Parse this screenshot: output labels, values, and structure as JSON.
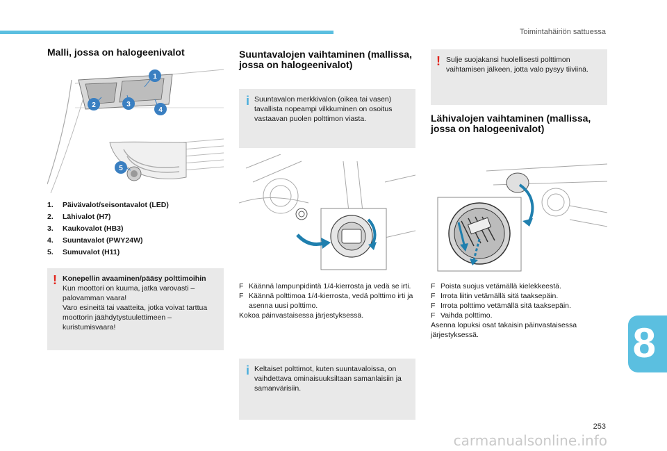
{
  "header": {
    "section_title": "Toimintahäiriön sattuessa"
  },
  "left": {
    "title": "Malli, jossa on halogeenivalot",
    "badges": [
      "1",
      "2",
      "3",
      "4",
      "5"
    ],
    "legend": [
      {
        "num": "1.",
        "label": "Päivävalot/seisontavalot (LED)"
      },
      {
        "num": "2.",
        "label": "Lähivalot (H7)"
      },
      {
        "num": "3.",
        "label": "Kaukovalot (HB3)"
      },
      {
        "num": "4.",
        "label": "Suuntavalot (PWY24W)"
      },
      {
        "num": "5.",
        "label": "Sumuvalot (H11)"
      }
    ],
    "warning": {
      "title": "Konepellin avaaminen/pääsy polttimoihin",
      "lines": [
        "Kun moottori on kuuma, jatka varovasti – palovamman vaara!",
        "Varo esineitä tai vaatteita, jotka voivat tarttua moottorin jäähdytystuulettimeen – kuristumisvaara!"
      ]
    }
  },
  "middle": {
    "title": "Suuntavalojen vaihtaminen (mallissa, jossa on halogeenivalot)",
    "info": "Suuntavalon merkkivalon (oikea tai vasen) tavallista nopeampi vilkkuminen on osoitus vastaavan puolen polttimon viasta.",
    "steps": [
      "Käännä lampunpidintä 1/4-kierrosta ja vedä se irti.",
      "Käännä polttimoa 1/4-kierrosta, vedä polttimo irti ja asenna uusi polttimo."
    ],
    "closing": "Kokoa päinvastaisessa järjestyksessä.",
    "info2": "Keltaiset polttimot, kuten suuntavaloissa, on vaihdettava ominaisuuksiltaan samanlaisiin ja samanvärisiin."
  },
  "right": {
    "warning": "Sulje suojakansi huolellisesti polttimon vaihtamisen jälkeen, jotta valo pysyy tiiviinä.",
    "title": "Lähivalojen vaihtaminen (mallissa, jossa on halogeenivalot)",
    "steps": [
      "Poista suojus vetämällä kielekkeestä.",
      "Irrota liitin vetämällä sitä taaksepäin.",
      "Irrota polttimo vetämällä sitä taaksepäin.",
      "Vaihda polttimo."
    ],
    "closing": "Asenna lopuksi osat takaisin päinvastaisessa järjestyksessä."
  },
  "chapter": "8",
  "page_number": "253",
  "watermark": "carmanualsonline.info",
  "colors": {
    "accent": "#5bbfe0",
    "warning": "#e2231a",
    "info": "#4aaedc",
    "callout_blue": "#3a7fc1",
    "arrow": "#1f7fae"
  }
}
